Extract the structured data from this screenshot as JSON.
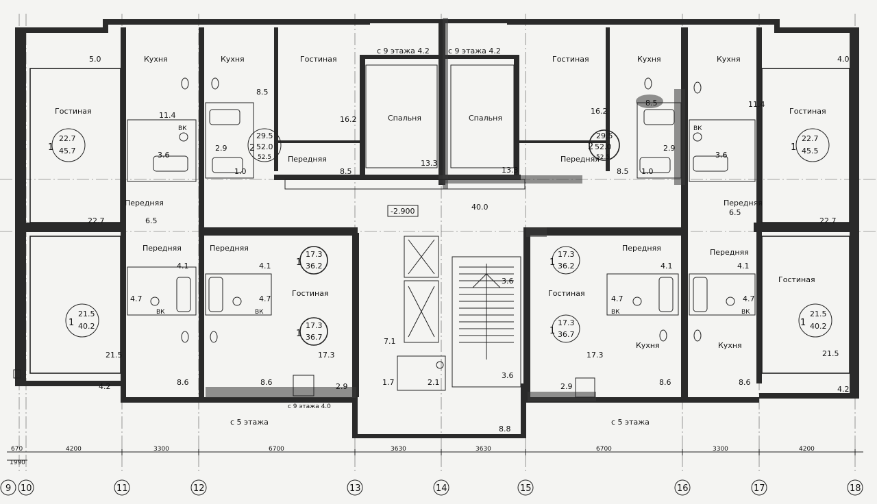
{
  "rooms": {
    "kitchen": "Кухня",
    "living": "Гостиная",
    "bedroom": "Спальня",
    "hall": "Передняя"
  },
  "notes": {
    "from9_left": "с 9 этажа 4.2",
    "from9_right": "с 9 этажа 4.2",
    "from5_left": "с 5 этажа",
    "from5_right": "с 5 этажа",
    "level": "-2.900",
    "vk": "ВК",
    "lift_note": "с 9 этажа 4.0"
  },
  "apartments": [
    {
      "id": "a1",
      "count": "1",
      "living": "22.7",
      "total": "45.7"
    },
    {
      "id": "a2",
      "count": "2",
      "living": "29.5",
      "total": "52.0",
      "alt": "52.5"
    },
    {
      "id": "a3",
      "count": "2",
      "living": "29.5",
      "total": "52.0",
      "alt": "52.5"
    },
    {
      "id": "a4",
      "count": "1",
      "living": "22.7",
      "total": "45.5"
    },
    {
      "id": "a5",
      "count": "1",
      "living": "21.5",
      "total": "40.2"
    },
    {
      "id": "a6",
      "count": "1",
      "living": "17.3",
      "total": "36.2"
    },
    {
      "id": "a7",
      "count": "1",
      "living": "17.3",
      "total": "36.7"
    },
    {
      "id": "a8",
      "count": "1",
      "living": "17.3",
      "total": "36.2"
    },
    {
      "id": "a9",
      "count": "1",
      "living": "17.3",
      "total": "36.7"
    },
    {
      "id": "a10",
      "count": "1",
      "living": "21.5",
      "total": "40.2"
    }
  ],
  "areas": {
    "a_5_0": "5.0",
    "a_11_4_l": "11.4",
    "a_8_5_l": "8.5",
    "a_16_2_l": "16.2",
    "a_13_3_l": "13.3",
    "a_13_3_r": "13.3",
    "a_16_2_r": "16.2",
    "a_8_5_r": "8.5",
    "a_11_4_r": "11.4",
    "a_4_0": "4.0",
    "a_3_6_l": "3.6",
    "a_2_9_l": "2.9",
    "a_1_0_l": "1.0",
    "a_8_5_hl": "8.5",
    "a_8_5_hr": "8.5",
    "a_1_0_r": "1.0",
    "a_2_9_r": "2.9",
    "a_3_6_r": "3.6",
    "a_22_7_l": "22.7",
    "a_6_5_l": "6.5",
    "a_6_5_r": "6.5",
    "a_22_7_r": "22.7",
    "a_40_0": "40.0",
    "a_4_1_a": "4.1",
    "a_4_7_a": "4.7",
    "a_4_1_b": "4.1",
    "a_4_7_b": "4.7",
    "a_3_6_c1": "3.6",
    "a_7_1": "7.1",
    "a_3_6_c2": "3.6",
    "a_1_7": "1.7",
    "a_2_1": "2.1",
    "a_4_1_c": "4.1",
    "a_4_7_c": "4.7",
    "a_4_1_d": "4.1",
    "a_4_7_d": "4.7",
    "a_21_5_l": "21.5",
    "a_4_2_l": "4.2",
    "a_8_6_a": "8.6",
    "a_17_3_a": "17.3",
    "a_8_6_b": "8.6",
    "a_2_9_b": "2.9",
    "a_17_3_b": "17.3",
    "a_2_9_c": "2.9",
    "a_8_6_c": "8.6",
    "a_8_6_d": "8.6",
    "a_21_5_r": "21.5",
    "a_4_2_r": "4.2",
    "a_8_8": "8.8"
  },
  "dimensions": [
    "670",
    "4200",
    "3300",
    "6700",
    "3630",
    "3630",
    "6700",
    "3300",
    "4200"
  ],
  "dim_small": "1990",
  "axes": [
    "9",
    "10",
    "11",
    "12",
    "13",
    "14",
    "15",
    "16",
    "17",
    "18"
  ]
}
